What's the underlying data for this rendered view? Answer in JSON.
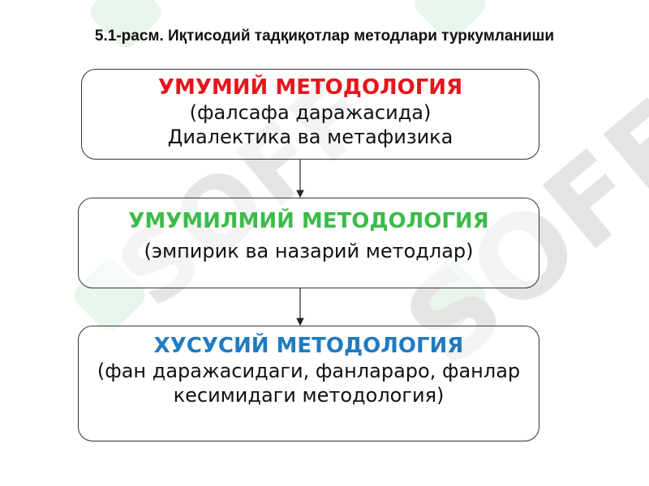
{
  "figure_title": "5.1-расм. Иқтисодий тадқиқотлар методлари туркумланиши",
  "watermark_text": "SOFF",
  "boxes": [
    {
      "heading": "УМУМИЙ МЕТОДОЛОГИЯ",
      "heading_color": "#e8141c",
      "lines": [
        "(фалсафа даражасида)",
        "Диалектика ва метафизика"
      ]
    },
    {
      "heading": "УМУМИЛМИЙ МЕТОДОЛОГИЯ",
      "heading_color": "#3dbb4a",
      "lines": [
        "(эмпирик ва назарий методлар)"
      ]
    },
    {
      "heading": "ХУСУСИЙ  МЕТОДОЛОГИЯ",
      "heading_color": "#1f7bc2",
      "lines": [
        "(фан даражасидаги, фанлараро, фанлар",
        "кесимидаги методология)"
      ]
    }
  ]
}
